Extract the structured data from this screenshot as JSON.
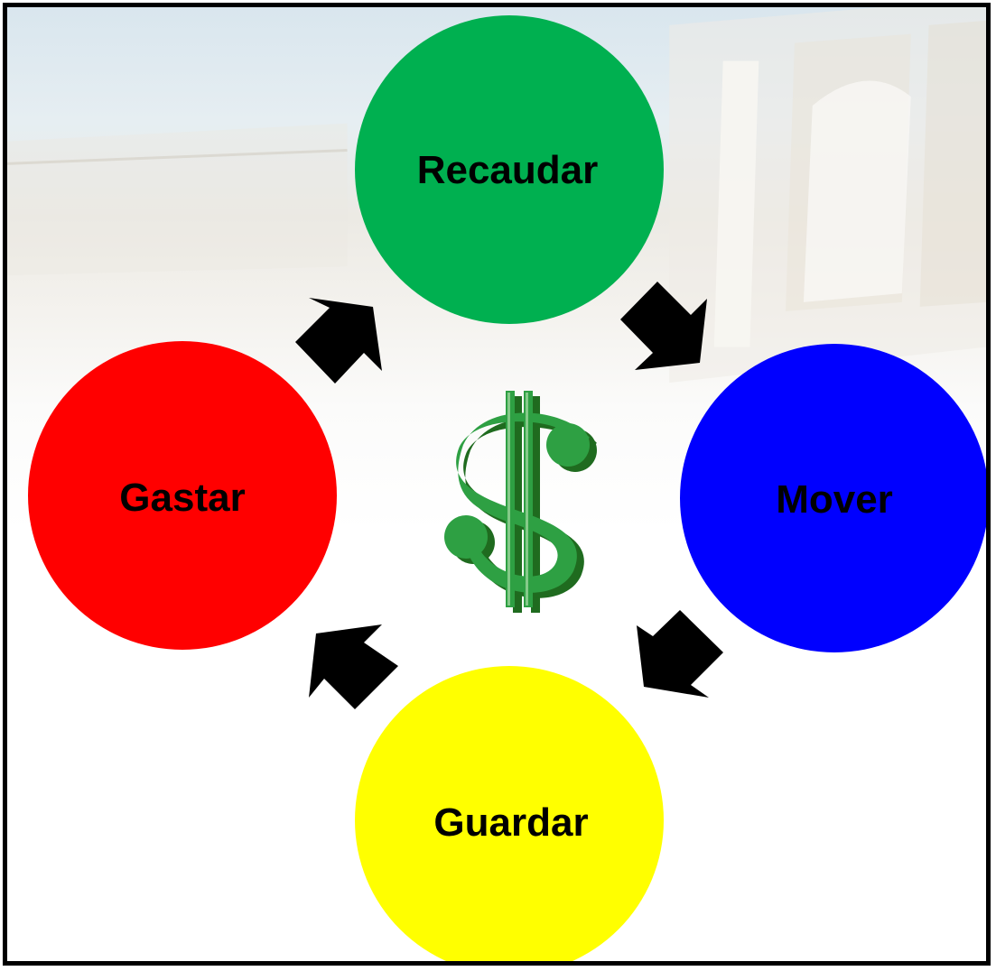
{
  "diagram": {
    "center_symbol": "$",
    "nodes": [
      {
        "id": "recaudar",
        "label": "Recaudar",
        "color": "#00b050"
      },
      {
        "id": "mover",
        "label": "Mover",
        "color": "#0000ff"
      },
      {
        "id": "guardar",
        "label": "Guardar",
        "color": "#ffff00"
      },
      {
        "id": "gastar",
        "label": "Gastar",
        "color": "#ff0000"
      }
    ],
    "arrow_color": "#000000",
    "cycle_order": [
      "recaudar",
      "mover",
      "guardar",
      "gastar",
      "recaudar"
    ]
  }
}
